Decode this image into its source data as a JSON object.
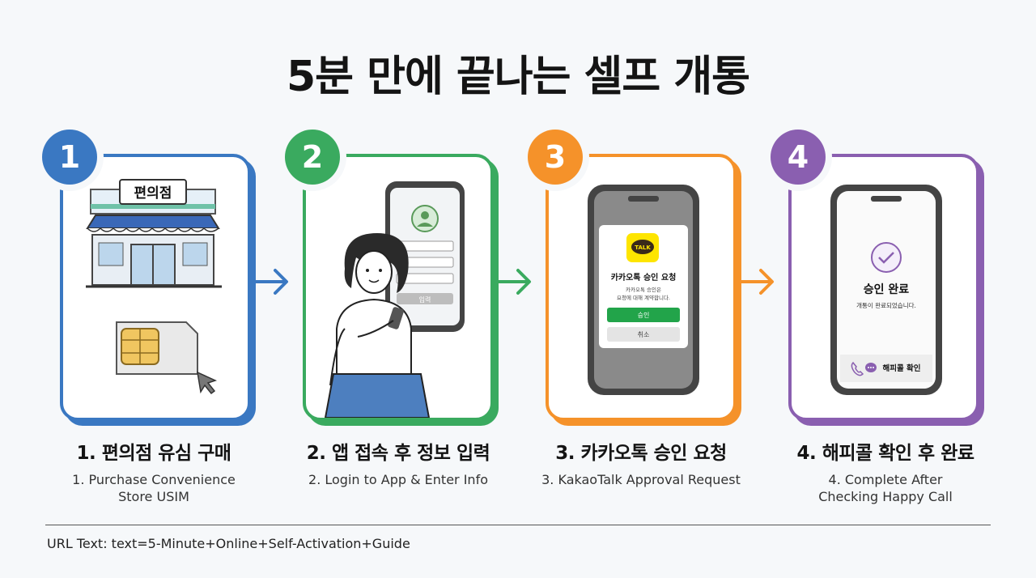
{
  "title": "5분 만에 끝나는 셀프 개통",
  "colors": {
    "step1": "#3a78c2",
    "step2": "#3aaa5f",
    "step3": "#f5922a",
    "step4": "#8a5fb0",
    "kakao_yellow": "#fee500",
    "kakao_green": "#22a44a"
  },
  "steps": [
    {
      "number": "1",
      "title": "1. 편의점 유심 구매",
      "subtitle_lines": [
        "1. Purchase Convenience",
        "Store USIM"
      ],
      "store_sign": "편의점",
      "icons": [
        "convenience-store-icon",
        "usim-card-icon",
        "cursor-icon"
      ]
    },
    {
      "number": "2",
      "title": "2. 앱 접속 후 정보 입력",
      "subtitle_lines": [
        "2. Login to App & Enter Info"
      ],
      "login_button": "입력",
      "icons": [
        "phone-icon",
        "user-avatar-icon",
        "woman-with-phone-illustration"
      ]
    },
    {
      "number": "3",
      "title": "3. 카카오톡 승인 요청",
      "subtitle_lines": [
        "3. KakaoTalk Approval Request"
      ],
      "kakao_logo": "TALK",
      "dialog_title": "카카오톡 승인 요청",
      "dialog_body_lines": [
        "카카오톡 승인은",
        "요청에 대해 계약합니다."
      ],
      "approve_label": "승인",
      "cancel_label": "취소"
    },
    {
      "number": "4",
      "title": "4. 해피콜 확인 후 완료",
      "subtitle_lines": [
        "4. Complete After",
        "Checking Happy Call"
      ],
      "complete_title": "승인 완료",
      "complete_body": "개통이 완료되었습니다.",
      "happy_call_label": "해피콜 확인",
      "icons": [
        "check-circle-icon",
        "phone-call-icon",
        "chat-bubble-icon"
      ]
    }
  ],
  "footer": {
    "url_text": "URL Text: text=5-Minute+Online+Self-Activation+Guide"
  }
}
